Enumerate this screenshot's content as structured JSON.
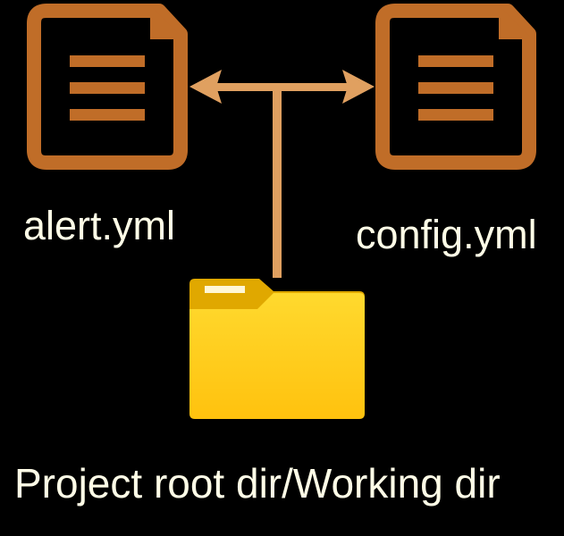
{
  "labels": {
    "left_file": "alert.yml",
    "right_file": "config.yml",
    "folder": "Project root dir/Working dir"
  },
  "icons": {
    "left_file": "document-icon",
    "right_file": "document-icon",
    "folder": "folder-icon"
  },
  "colors": {
    "background": "#000000",
    "file_icon": "#c06d28",
    "connector": "#e0a060",
    "folder_body": "#ffcc1a",
    "folder_tab": "#e0a800",
    "text": "#fffde7"
  }
}
